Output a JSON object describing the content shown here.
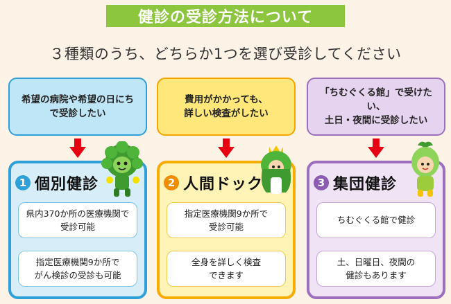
{
  "banner": {
    "title": "健診の受診方法について"
  },
  "lead": "３種類のうち、どちらか1つを選び受診してください",
  "columns": [
    {
      "need_lines": [
        "希望の病院や希望の日にち",
        "で受診したい"
      ],
      "number": "1",
      "title": "個別健診",
      "box1_lines": [
        "県内370か所の医療機関で",
        "受診可能"
      ],
      "box2_lines": [
        "指定医療機関9か所で",
        "がん検診の受診も可能"
      ]
    },
    {
      "need_lines": [
        "費用がかかっても、",
        "詳しい検査がしたい"
      ],
      "number": "2",
      "title": "人間ドック",
      "box1_lines": [
        "指定医療機関9か所で",
        "受診可能"
      ],
      "box2_lines": [
        "全身を詳しく検査",
        "できます"
      ]
    },
    {
      "need_lines": [
        "「ちむぐくる館」で受けたい、",
        "土日・夜間に受診したい"
      ],
      "number": "3",
      "title": "集団健診",
      "box1_lines": [
        "ちむぐくる館で健診"
      ],
      "box2_lines": [
        "土、日曜日、夜間の",
        "健診もあります"
      ]
    }
  ],
  "colors": {
    "banner_green": "#8cc63f",
    "arrow_red": "#e60012",
    "blue": "#2e9fd8",
    "orange": "#f6ac00",
    "purple": "#9b6fbd"
  },
  "icons": [
    "down-arrow-icon",
    "mascot-character"
  ]
}
